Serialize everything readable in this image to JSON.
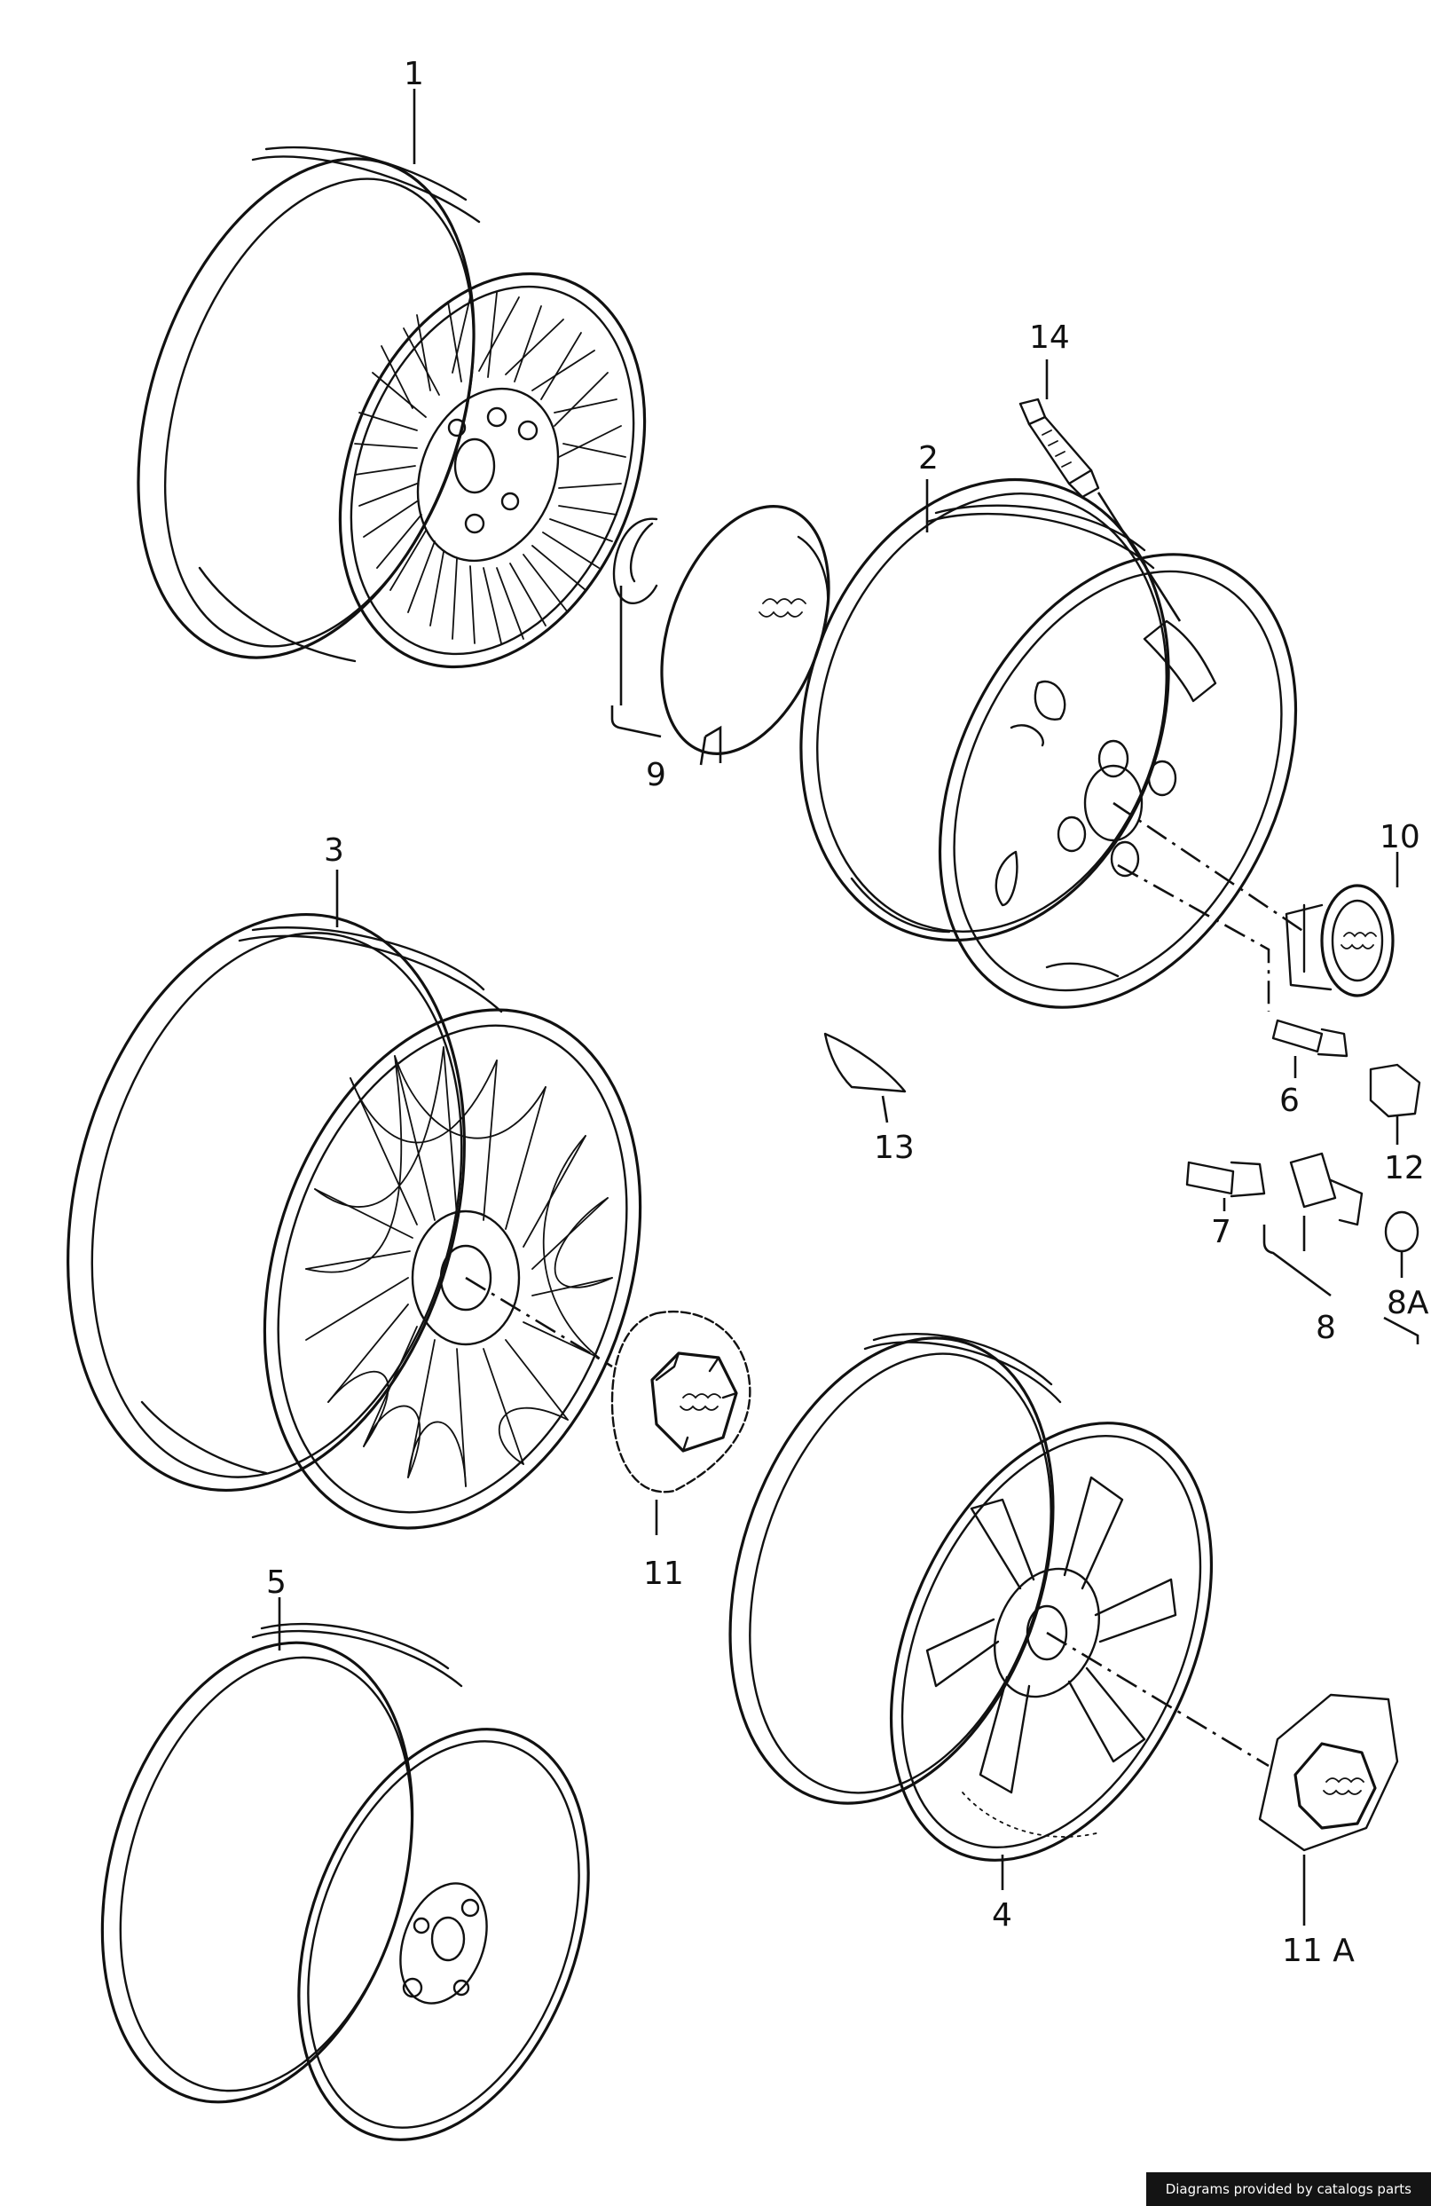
{
  "labels": {
    "l1": "1",
    "l2": "2",
    "l3": "3",
    "l4": "4",
    "l5": "5",
    "l6": "6",
    "l7": "7",
    "l8": "8",
    "l8a": "8A",
    "l9": "9",
    "l10": "10",
    "l11": "11",
    "l11a": "11 A",
    "l12": "12",
    "l13": "13",
    "l14": "14"
  },
  "credit": "Diagrams provided by catalogs parts"
}
